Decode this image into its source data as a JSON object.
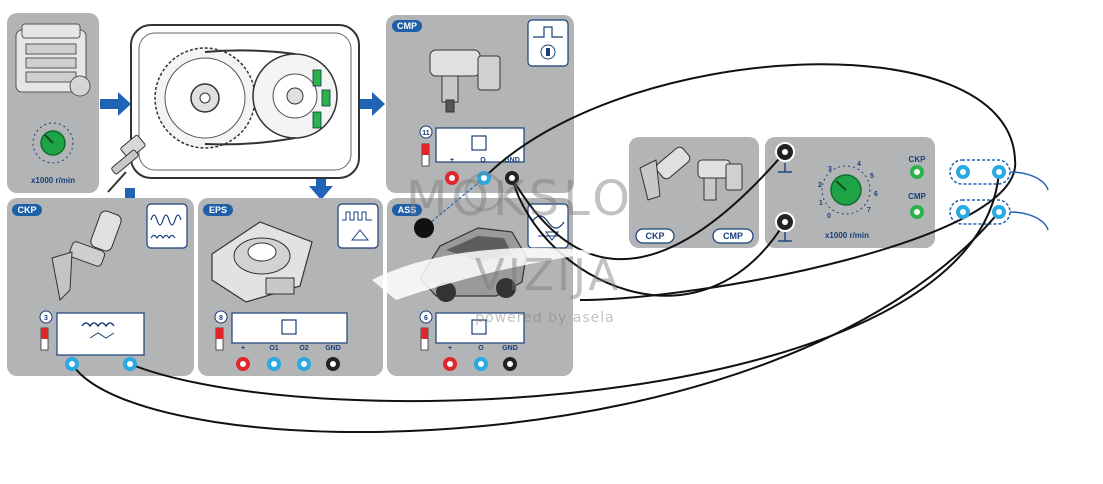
{
  "engine_panel": {
    "unit": "x1000 r/min"
  },
  "ckp_module": {
    "tag": "CKP",
    "number": "3"
  },
  "eps_module": {
    "tag": "EPS",
    "number": "8",
    "pins": [
      "+",
      "O1",
      "O2",
      "GND"
    ]
  },
  "cmp_module": {
    "tag": "CMP",
    "number": "11",
    "pins": [
      "+",
      "O",
      "GND"
    ]
  },
  "ass_module": {
    "tag": "ASS",
    "number": "6",
    "pins": [
      "+",
      "O",
      "GND"
    ]
  },
  "sensor_select": {
    "ckp_label": "CKP",
    "cmp_label": "CMP"
  },
  "generator": {
    "unit": "x1000 r/min",
    "dial_marks": [
      "0",
      "1",
      "2",
      "3",
      "4",
      "5",
      "6",
      "7"
    ],
    "ckp_label": "CKP",
    "cmp_label": "CMP"
  },
  "watermark": {
    "line1": "MOKSLO",
    "line2": "VIZIJA",
    "line3": "powered by asela"
  },
  "colors": {
    "panel": "#b3b4b6",
    "blue_tag": "#1f5fa8",
    "arrow": "#1f64b5",
    "jack_blue": "#29a9e1",
    "jack_red": "#e0262b",
    "jack_black": "#222222",
    "jack_green": "#2bb24c",
    "knob": "#1ea446"
  }
}
